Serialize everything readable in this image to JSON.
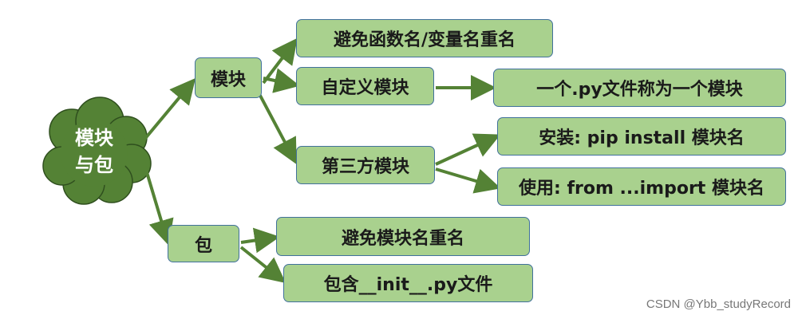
{
  "root": {
    "line1": "模块",
    "line2": "与包"
  },
  "module": {
    "label": "模块",
    "children": {
      "avoid_conflict": "避免函数名/变量名重名",
      "custom": "自定义模块",
      "custom_desc": "一个.py文件称为一个模块",
      "third_party": "第三方模块",
      "install": "安装:  pip install 模块名",
      "use": "使用: from ...import 模块名"
    }
  },
  "package": {
    "label": "包",
    "children": {
      "avoid_conflict": "避免模块名重名",
      "init_file": "包含__init__.py文件"
    }
  },
  "watermark": "CSDN @Ybb_studyRecord",
  "colors": {
    "cloud_fill": "#548235",
    "node_fill": "#a9d18e",
    "node_border": "#41719c",
    "arrow": "#548235"
  }
}
